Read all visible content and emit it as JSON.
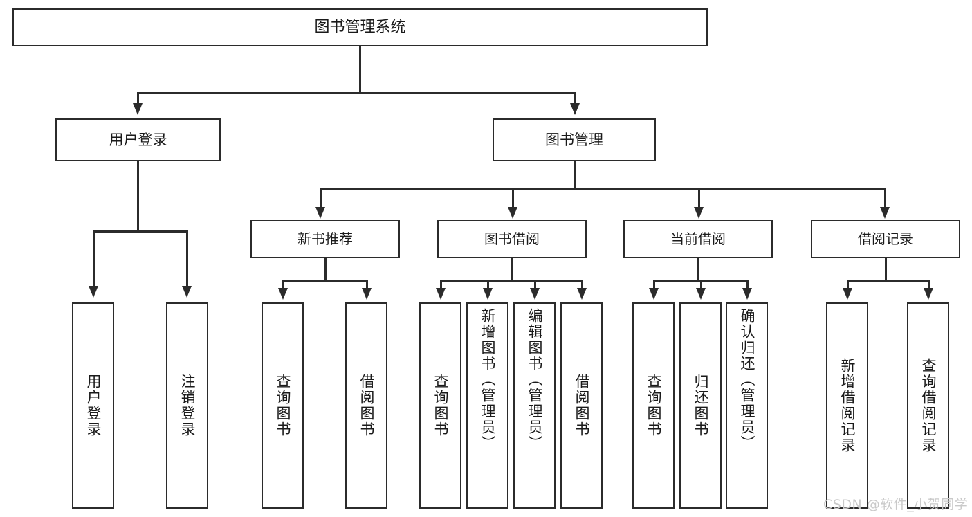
{
  "diagram": {
    "type": "tree",
    "title": "图书管理系统",
    "watermark": "CSDN @软件_小贺同学",
    "colors": {
      "stroke": "#2b2b2b",
      "fill": "#ffffff",
      "text": "#1a1a1a",
      "watermark": "#c9c9c9"
    },
    "nodes": {
      "root": {
        "label": "图书管理系统",
        "level": 1
      },
      "l2": [
        {
          "id": "user-login",
          "label": "用户登录",
          "level": 2
        },
        {
          "id": "book-manage",
          "label": "图书管理",
          "level": 2
        }
      ],
      "l3": [
        {
          "id": "new-book-rec",
          "label": "新书推荐",
          "level": 3
        },
        {
          "id": "book-borrow",
          "label": "图书借阅",
          "level": 3
        },
        {
          "id": "current-borrow",
          "label": "当前借阅",
          "level": 3
        },
        {
          "id": "borrow-record",
          "label": "借阅记录",
          "level": 3
        }
      ],
      "leaves": [
        {
          "id": "leaf-user-login",
          "label": "用户登录",
          "parent": "user-login",
          "align": "center"
        },
        {
          "id": "leaf-logout",
          "label": "注销登录",
          "parent": "user-login",
          "align": "center"
        },
        {
          "id": "leaf-query-book-1",
          "label": "查询图书",
          "parent": "new-book-rec",
          "align": "center"
        },
        {
          "id": "leaf-borrow-book-1",
          "label": "借阅图书",
          "parent": "new-book-rec",
          "align": "center"
        },
        {
          "id": "leaf-query-book-2",
          "label": "查询图书",
          "parent": "book-borrow",
          "align": "center"
        },
        {
          "id": "leaf-add-book",
          "label": "新增图书（管理员）",
          "parent": "book-borrow",
          "align": "top"
        },
        {
          "id": "leaf-edit-book",
          "label": "编辑图书（管理员）",
          "parent": "book-borrow",
          "align": "top"
        },
        {
          "id": "leaf-borrow-book-2",
          "label": "借阅图书",
          "parent": "book-borrow",
          "align": "center"
        },
        {
          "id": "leaf-query-book-3",
          "label": "查询图书",
          "parent": "current-borrow",
          "align": "center"
        },
        {
          "id": "leaf-return-book",
          "label": "归还图书",
          "parent": "current-borrow",
          "align": "center"
        },
        {
          "id": "leaf-confirm-return",
          "label": "确认归还（管理员）",
          "parent": "current-borrow",
          "align": "top"
        },
        {
          "id": "leaf-add-record",
          "label": "新增借阅记录",
          "parent": "borrow-record",
          "align": "center"
        },
        {
          "id": "leaf-query-record",
          "label": "查询借阅记录",
          "parent": "borrow-record",
          "align": "center"
        }
      ]
    }
  }
}
